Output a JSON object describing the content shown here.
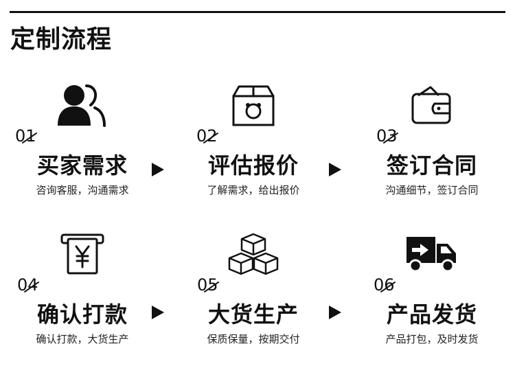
{
  "title": "定制流程",
  "steps": [
    {
      "num": "01",
      "name": "买家需求",
      "desc": "咨询客服，沟通需求",
      "icon": "user-group-icon"
    },
    {
      "num": "02",
      "name": "评估报价",
      "desc": "了解需求，给出报价",
      "icon": "box-package-icon"
    },
    {
      "num": "03",
      "name": "签订合同",
      "desc": "沟通细节，签订合同",
      "icon": "wallet-icon"
    },
    {
      "num": "04",
      "name": "确认打款",
      "desc": "确认打款，大货生产",
      "icon": "yen-receipt-icon"
    },
    {
      "num": "05",
      "name": "大货生产",
      "desc": "保质保量，按期交付",
      "icon": "stacked-boxes-icon"
    },
    {
      "num": "06",
      "name": "产品发货",
      "desc": "产品打包，及时发货",
      "icon": "delivery-truck-icon"
    }
  ],
  "colors": {
    "text": "#111111",
    "background": "#ffffff"
  }
}
